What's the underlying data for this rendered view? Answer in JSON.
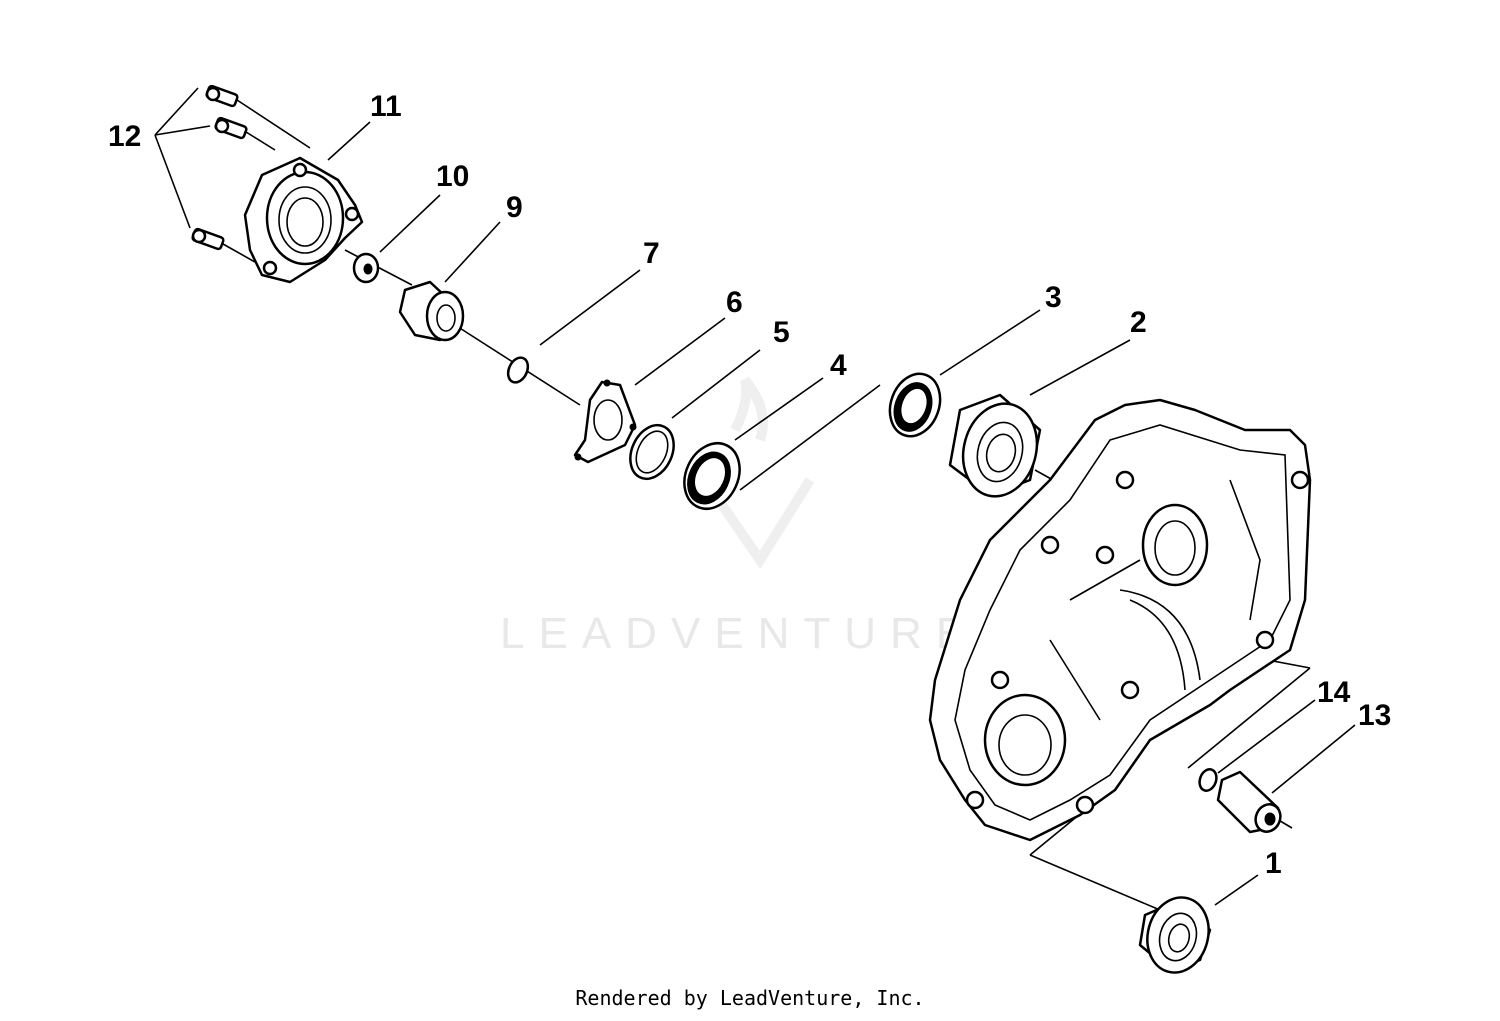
{
  "watermark": {
    "text": "LEADVENTURE"
  },
  "footer": {
    "text": "Rendered by LeadVenture, Inc."
  },
  "callouts": {
    "c1": "1",
    "c2": "2",
    "c3": "3",
    "c4": "4",
    "c5": "5",
    "c6": "6",
    "c7": "7",
    "c9": "9",
    "c10": "10",
    "c11": "11",
    "c12": "12",
    "c13": "13",
    "c14": "14"
  },
  "colors": {
    "line": "#000000",
    "background": "#ffffff",
    "watermark": "#e8e8e8"
  }
}
